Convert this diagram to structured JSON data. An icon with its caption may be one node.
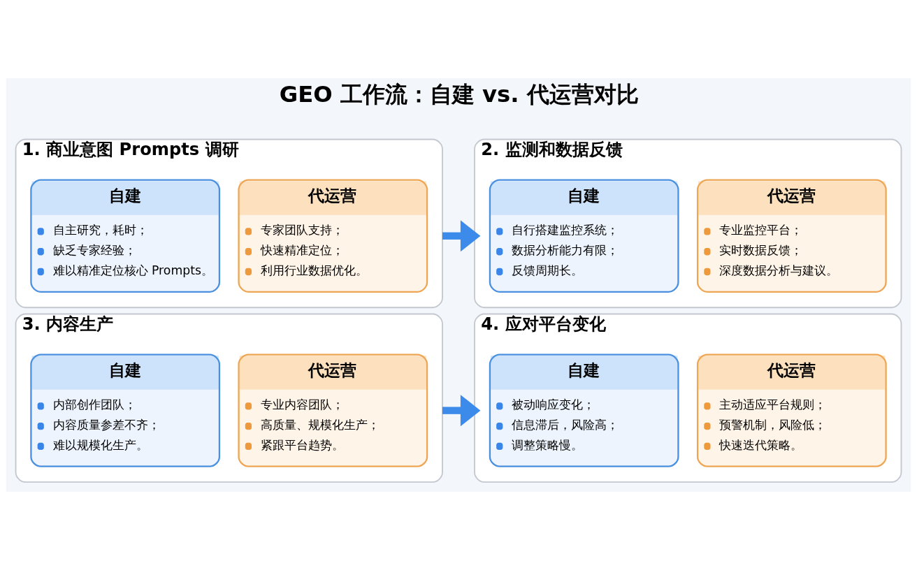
{
  "diagram": {
    "title": "GEO 工作流：自建 vs. 代运营对比",
    "nodes": [
      {
        "text": [
          "1. 商业意图 Prompts 调研"
        ]
      },
      {
        "text": [
          "自建",
          "自主研究，耗时；",
          "缺乏专家经验；",
          "难以精准定位核心 Prompts。"
        ],
        "in": 0
      },
      {
        "text": [
          "代运营",
          "专家团队支持；",
          "快速精准定位；",
          "利用行业数据优化。"
        ],
        "in": 0
      },
      {
        "text": [
          "2. 监测和数据反馈"
        ]
      },
      {
        "text": [
          "自建",
          "自行搭建监控系统；",
          "数据分析能力有限；",
          "反馈周期长。"
        ],
        "in": 3
      },
      {
        "text": [
          "代运营",
          "专业监控平台；",
          "实时数据反馈；",
          "深度数据分析与建议。"
        ],
        "in": 3
      },
      {
        "text": [
          "3. 内容生产"
        ]
      },
      {
        "text": [
          "自建",
          "内部创作团队；",
          "内容质量参差不齐；",
          "难以规模化生产。"
        ],
        "in": 6
      },
      {
        "text": [
          "代运营",
          "专业内容团队；",
          "高质量、规模化生产；",
          "紧跟平台趋势。"
        ],
        "in": 6
      },
      {
        "text": [
          "4. 应对平台变化"
        ]
      },
      {
        "text": [
          "自建",
          "被动响应变化；",
          "信息滞后，风险高；",
          "调整策略慢。"
        ],
        "in": 9
      },
      {
        "text": [
          "代运营",
          "主动适应平台规则；",
          "预警机制，风险低；",
          "快速迭代策略。"
        ],
        "in": 9
      }
    ],
    "edges": [
      {
        "from": 0,
        "to": 3,
        "arrow": "to"
      },
      {
        "from": 6,
        "to": 9,
        "arrow": "to"
      }
    ]
  }
}
